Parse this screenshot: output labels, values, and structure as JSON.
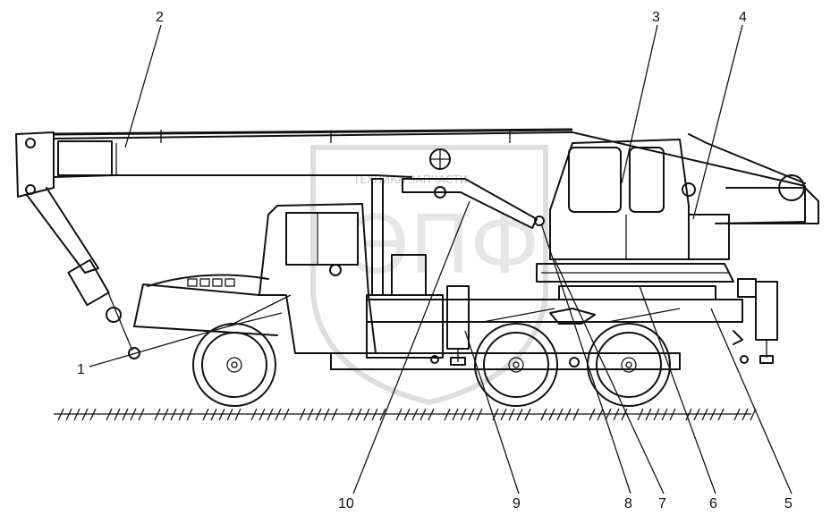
{
  "callouts": [
    "1",
    "2",
    "3",
    "4",
    "5",
    "6",
    "7",
    "8",
    "9",
    "10"
  ],
  "watermark": {
    "logo_letters": "ЭПФ",
    "caption": "ТЕХНИКА ЗАПЧАСТИ"
  }
}
